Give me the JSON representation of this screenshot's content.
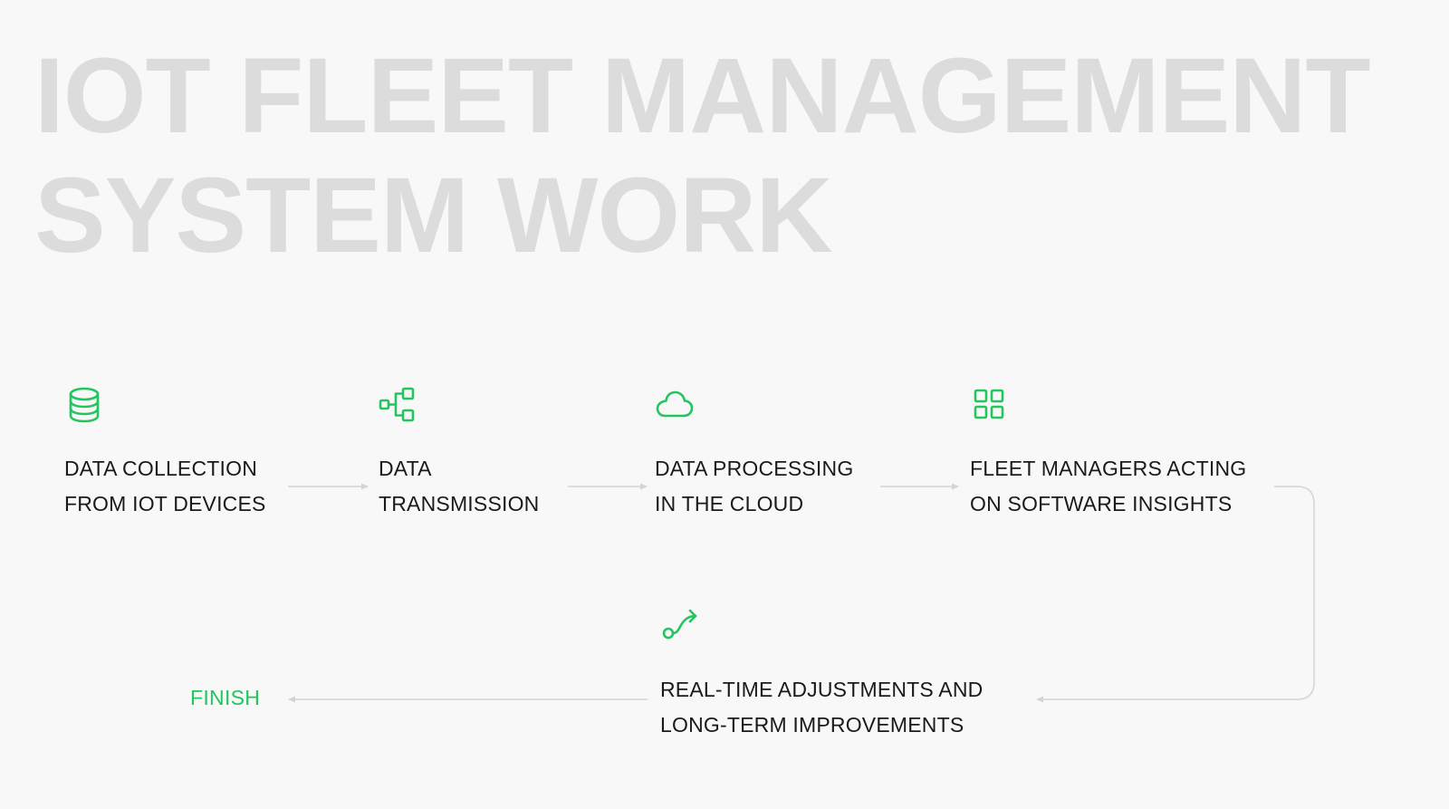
{
  "title": {
    "line1": "IOT FLEET MANAGEMENT",
    "line2": "SYSTEM WORK"
  },
  "colors": {
    "accent": "#22c55e",
    "title": "#dcdcdc",
    "text": "#1a1a1a",
    "connector": "#d4d4d4",
    "background": "#f8f8f8"
  },
  "steps": [
    {
      "icon": "database-icon",
      "line1": "DATA COLLECTION",
      "line2": "FROM IOT DEVICES"
    },
    {
      "icon": "network-tree-icon",
      "line1": "DATA",
      "line2": "TRANSMISSION"
    },
    {
      "icon": "cloud-icon",
      "line1": "DATA PROCESSING",
      "line2": "IN THE CLOUD"
    },
    {
      "icon": "grid-icon",
      "line1": "FLEET MANAGERS ACTING",
      "line2": "ON SOFTWARE INSIGHTS"
    },
    {
      "icon": "route-arrow-icon",
      "line1": "REAL-TIME ADJUSTMENTS AND",
      "line2": "LONG-TERM IMPROVEMENTS"
    }
  ],
  "finish_label": "FINISH"
}
